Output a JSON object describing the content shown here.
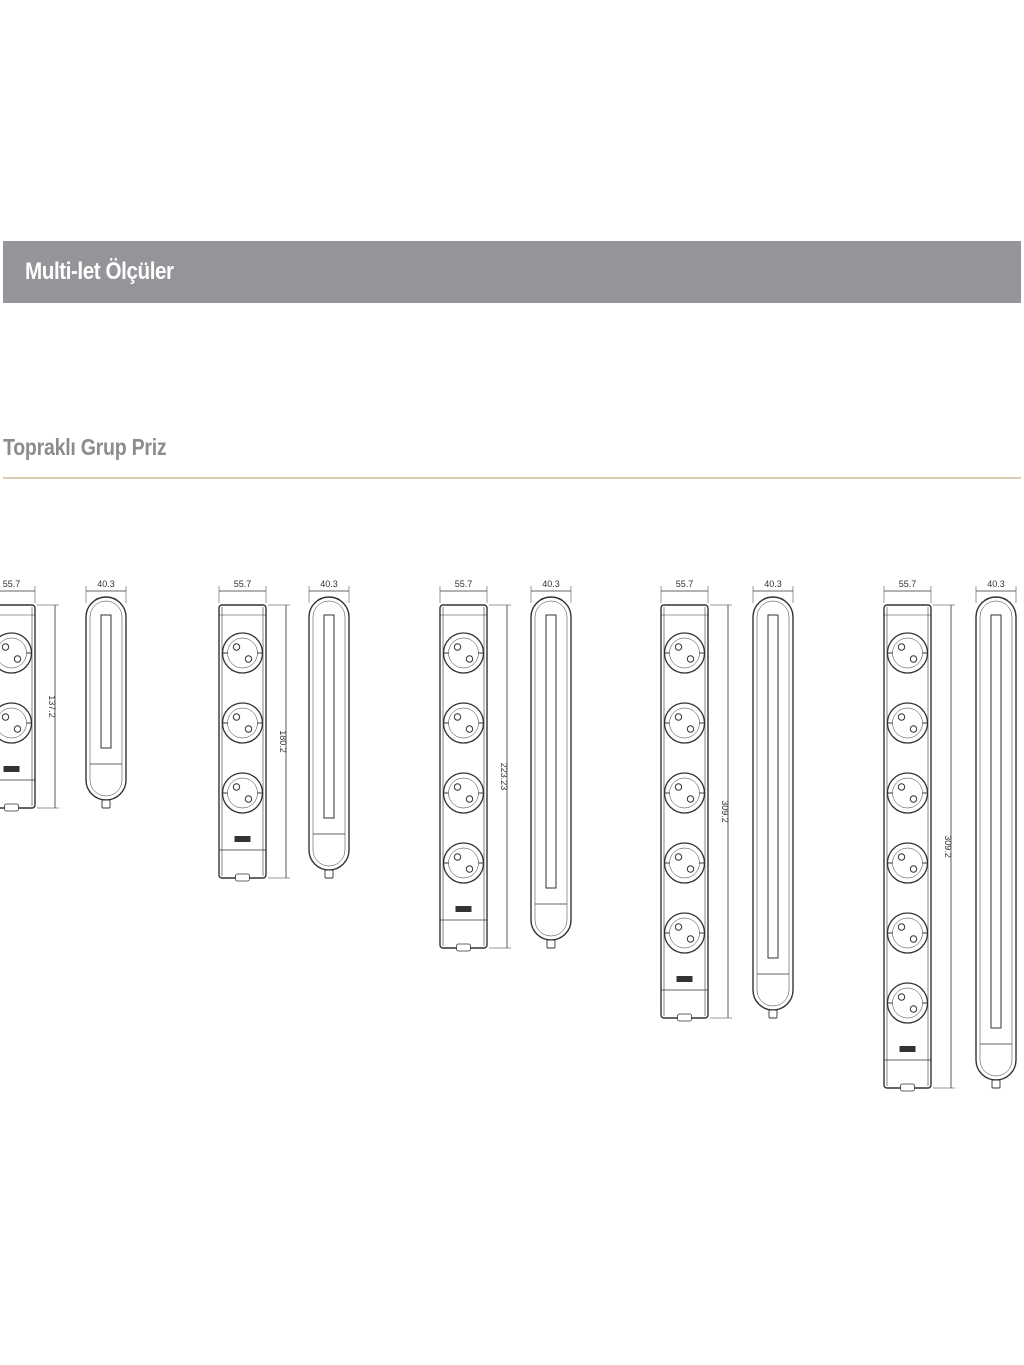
{
  "banner": {
    "title": "Multi-let Ölçüler"
  },
  "section": {
    "title": "Topraklı Grup Priz"
  },
  "colors": {
    "banner": "#939598",
    "rule": "#d9ccb0",
    "line": "#333333"
  },
  "products": [
    {
      "sockets": 2,
      "width_label": "55.7",
      "depth_label": "40.3",
      "length_label": "137.2"
    },
    {
      "sockets": 3,
      "width_label": "55.7",
      "depth_label": "40.3",
      "length_label": "180.2"
    },
    {
      "sockets": 4,
      "width_label": "55.7",
      "depth_label": "40.3",
      "length_label": "223.23"
    },
    {
      "sockets": 5,
      "width_label": "55.7",
      "depth_label": "40.3",
      "length_label": "309.2"
    },
    {
      "sockets": 6,
      "width_label": "55.7",
      "depth_label": "40.3",
      "length_label": "309.2"
    }
  ]
}
